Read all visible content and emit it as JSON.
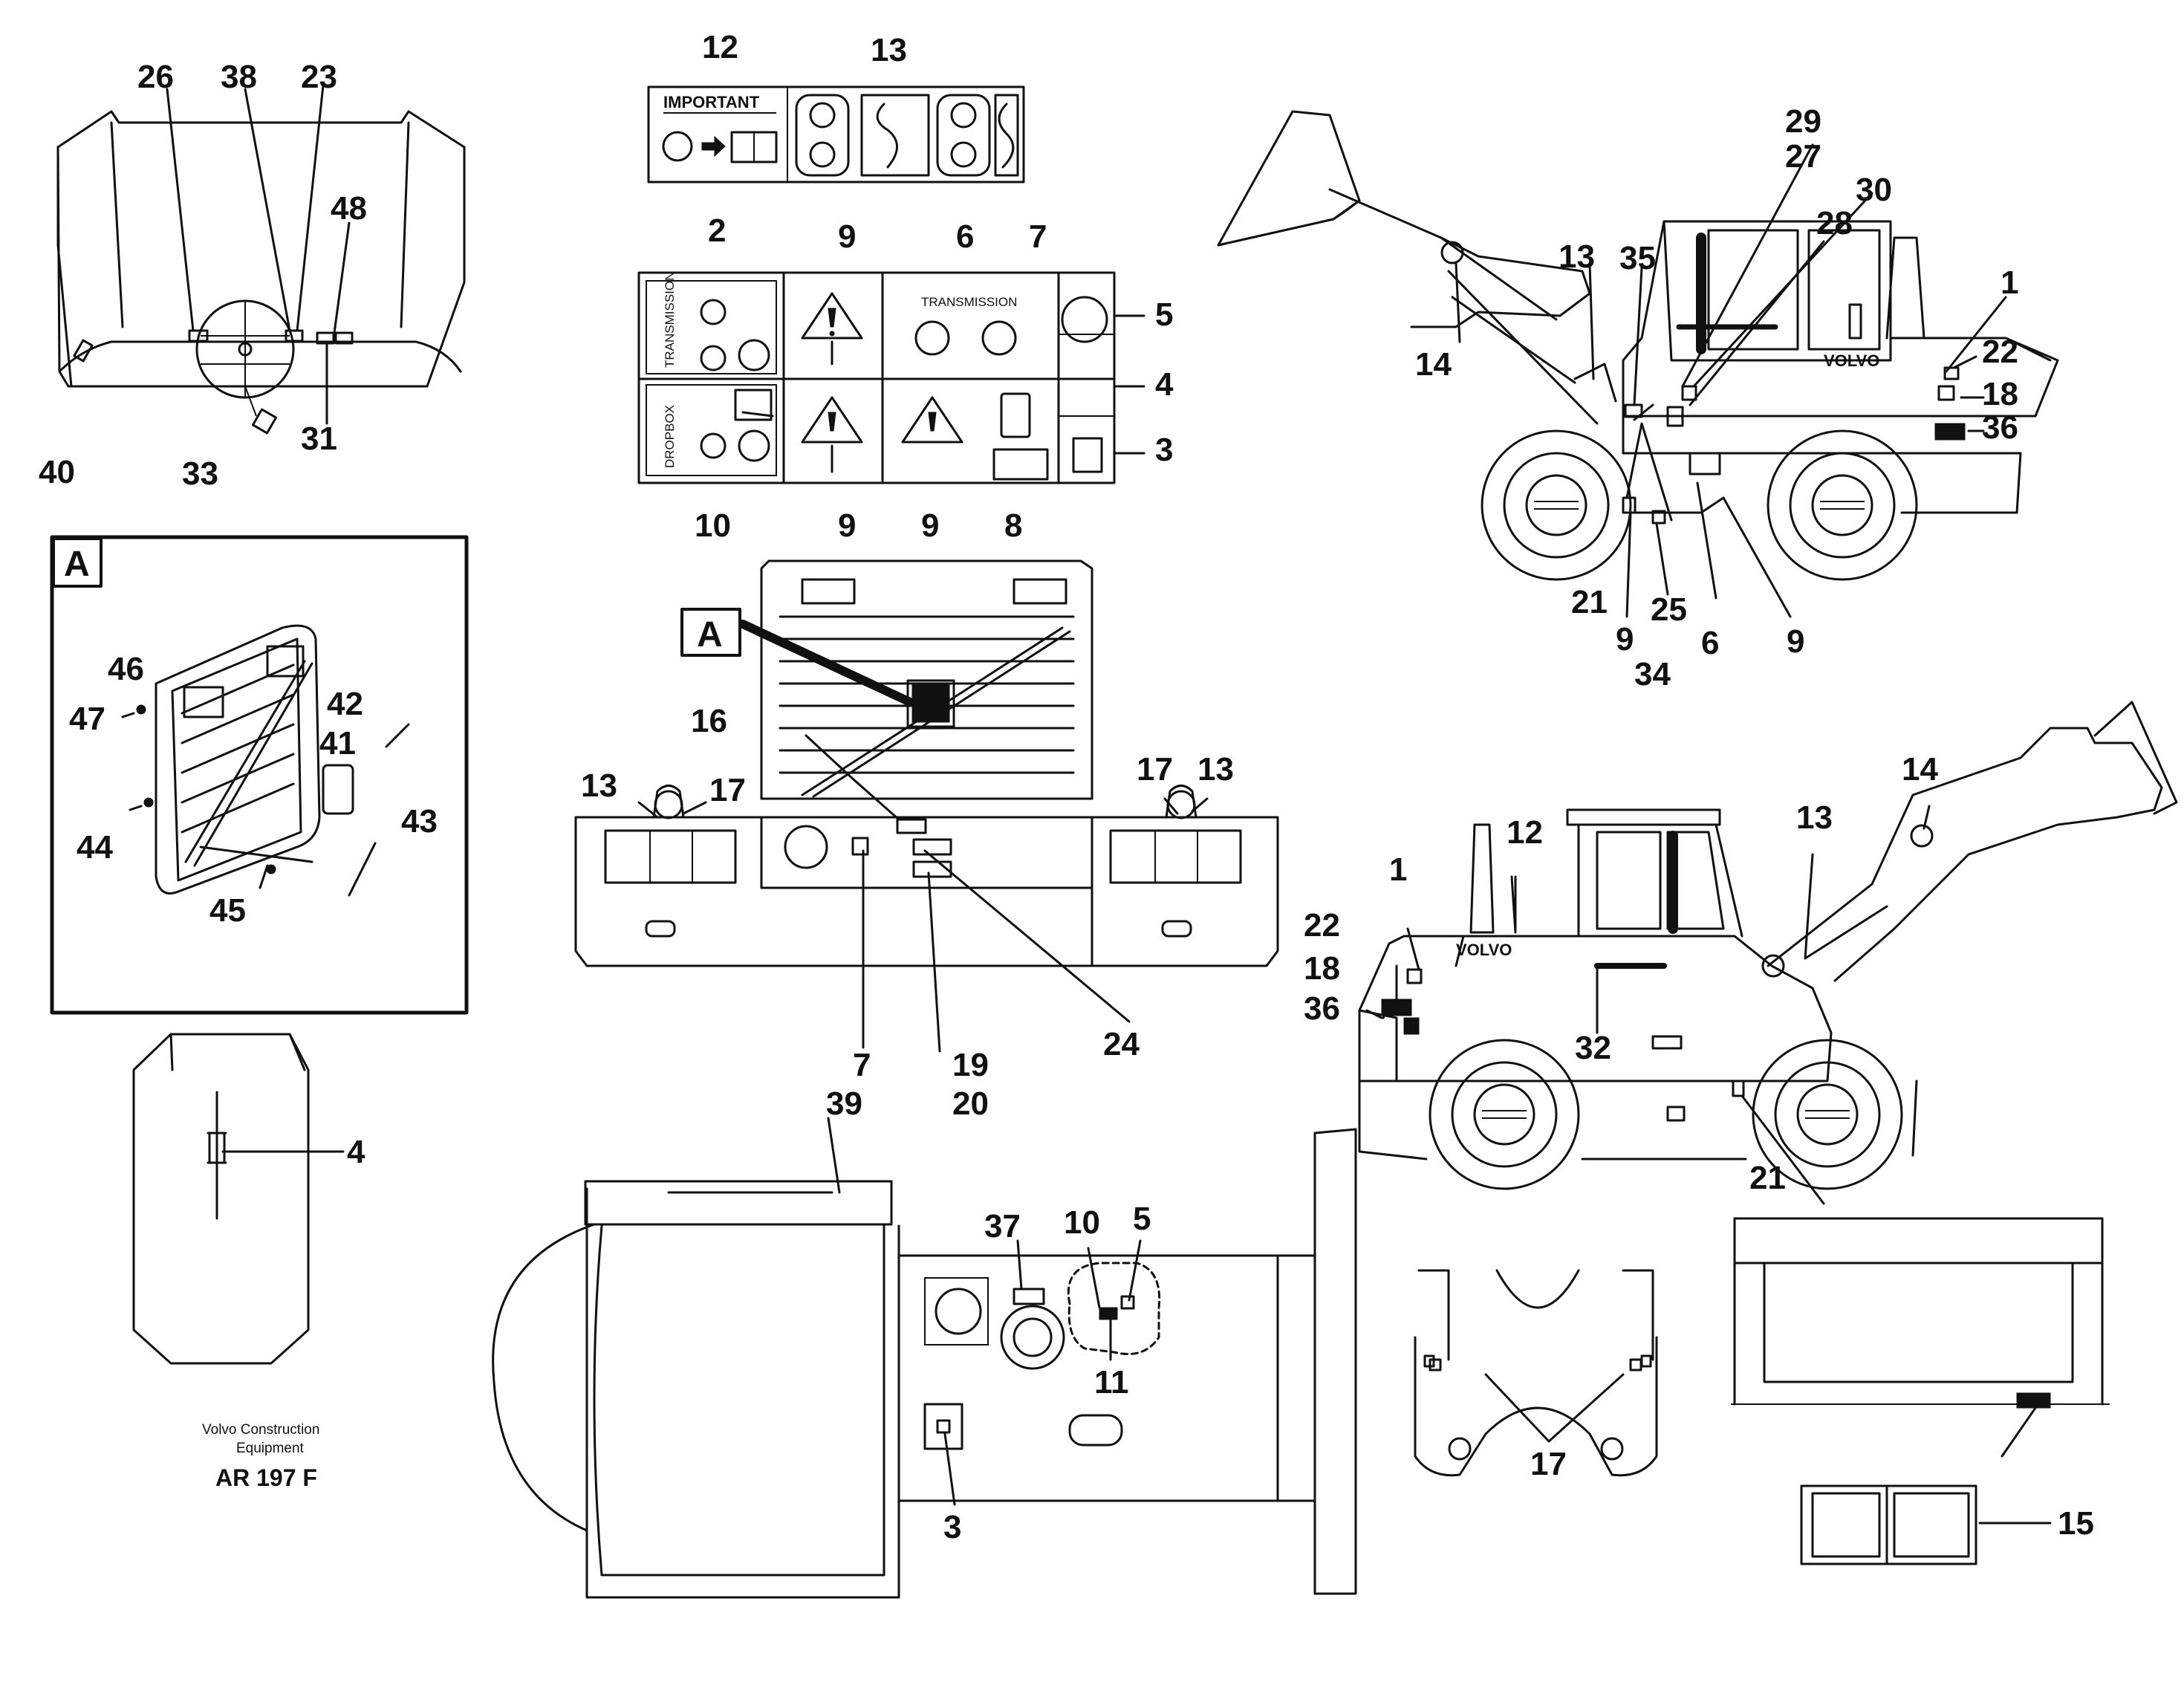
{
  "labels": {
    "n1": "1",
    "n2": "2",
    "n3": "3",
    "n4": "4",
    "n5": "5",
    "n6": "6",
    "n7": "7",
    "n8": "8",
    "n9": "9",
    "n10": "10",
    "n11": "11",
    "n12": "12",
    "n13": "13",
    "n14": "14",
    "n15": "15",
    "n16": "16",
    "n17": "17",
    "n18": "18",
    "n19": "19",
    "n20": "20",
    "n21": "21",
    "n22": "22",
    "n23": "23",
    "n24": "24",
    "n25": "25",
    "n26": "26",
    "n27": "27",
    "n28": "28",
    "n29": "29",
    "n30": "30",
    "n31": "31",
    "n32": "32",
    "n33": "33",
    "n34": "34",
    "n35": "35",
    "n36": "36",
    "n37": "37",
    "n38": "38",
    "n39": "39",
    "n40": "40",
    "n41": "41",
    "n42": "42",
    "n43": "43",
    "n44": "44",
    "n45": "45",
    "n46": "46",
    "n47": "47",
    "n48": "48"
  },
  "detail_marker": "A",
  "decal_text": {
    "important": "IMPORTANT",
    "transmission": "TRANSMISSION",
    "dropbox": "DROPBOX"
  },
  "brand": "VOLVO",
  "caption": {
    "line1": "Volvo Construction",
    "line2": "Equipment",
    "code": "AR 197 F"
  }
}
